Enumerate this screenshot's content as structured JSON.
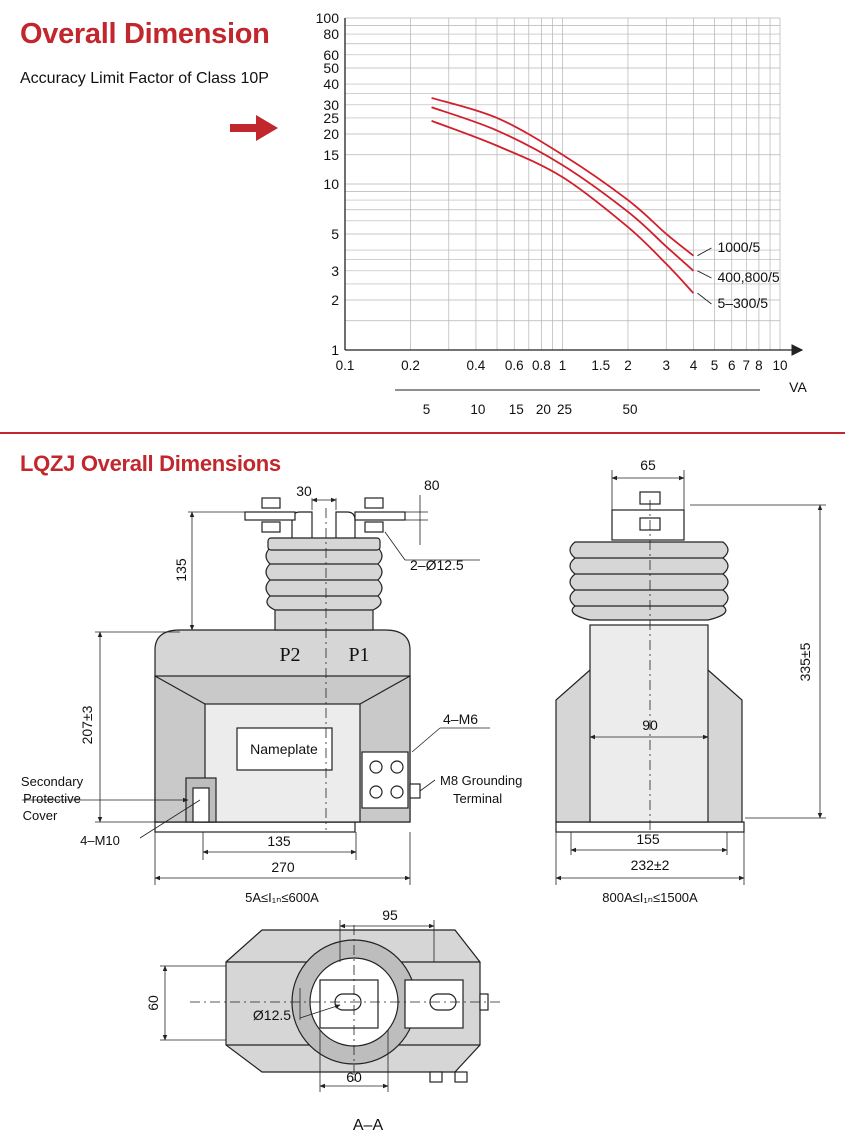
{
  "header": {
    "title": "Overall Dimension",
    "subtitle": "Accuracy Limit Factor of Class 10P",
    "section_title": "LQZJ Overall Dimensions"
  },
  "colors": {
    "brand_red": "#c1272d",
    "curve_red": "#d21f2b",
    "body_fill": "#d8d8d8",
    "line": "#222222"
  },
  "chart_data": {
    "type": "line",
    "x_scale": "log",
    "y_scale": "log",
    "xlim": [
      0.1,
      10
    ],
    "ylim": [
      1,
      100
    ],
    "grid": true,
    "xlabel": "VA",
    "x_ticks": [
      "0.1",
      "0.2",
      "0.4",
      "0.6",
      "0.8",
      "1",
      "1.5",
      "2",
      "3",
      "4",
      "5",
      "6",
      "7",
      "8",
      "10"
    ],
    "x_tick_values": [
      0.1,
      0.2,
      0.4,
      0.6,
      0.8,
      1,
      1.5,
      2,
      3,
      4,
      5,
      6,
      7,
      8,
      10
    ],
    "y_ticks": [
      "1",
      "2",
      "3",
      "5",
      "10",
      "15",
      "20",
      "25",
      "30",
      "40",
      "50",
      "60",
      "80",
      "100"
    ],
    "y_tick_values": [
      1,
      2,
      3,
      5,
      10,
      15,
      20,
      25,
      30,
      40,
      50,
      60,
      80,
      100
    ],
    "va_ticks": [
      "5",
      "10",
      "15",
      "20",
      "25",
      "50"
    ],
    "va_tick_positions": [
      0.2,
      0.4,
      0.6,
      0.8,
      1.0,
      2.0
    ],
    "series": [
      {
        "name": "1000/5",
        "x": [
          0.25,
          0.5,
          1,
          2,
          3,
          4
        ],
        "y": [
          33,
          25,
          15,
          8,
          5,
          3.7
        ]
      },
      {
        "name": "400,800/5",
        "x": [
          0.25,
          0.5,
          1,
          2,
          3,
          4
        ],
        "y": [
          29,
          21,
          13,
          6.8,
          4.2,
          3
        ]
      },
      {
        "name": "5–300/5",
        "x": [
          0.25,
          0.5,
          1,
          2,
          3,
          4
        ],
        "y": [
          24,
          17,
          11,
          5.5,
          3.3,
          2.2
        ]
      }
    ]
  },
  "drawing": {
    "front": {
      "dims": {
        "d30": "30",
        "d80": "80",
        "d135_top": "135",
        "hole": "2–Ø12.5",
        "d207": "207±3",
        "m6": "4–M6",
        "m10": "4–M10",
        "d135": "135",
        "d270": "270"
      },
      "labels": {
        "p2": "P2",
        "p1": "P1",
        "nameplate": "Nameplate",
        "secondary_cover": [
          "Secondary",
          "Protective",
          "Cover"
        ],
        "grounding": [
          "M8 Grounding",
          "Terminal"
        ],
        "range": "5A≤I₁ₙ≤600A"
      }
    },
    "side": {
      "dims": {
        "d65": "65",
        "d335": "335±5",
        "d90": "90",
        "d155": "155",
        "d232": "232±2"
      },
      "range": "800A≤I₁ₙ≤1500A"
    },
    "plan": {
      "dims": {
        "d95": "95",
        "d60_v": "60",
        "d125": "Ø12.5",
        "d60_h": "60"
      },
      "section": "A–A"
    }
  }
}
